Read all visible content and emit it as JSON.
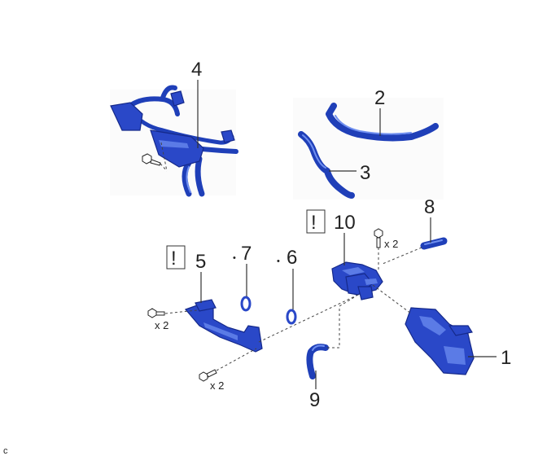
{
  "callouts": {
    "p1": "1",
    "p2": "2",
    "p3": "3",
    "p4": "4",
    "p5": "5",
    "p6": "6",
    "p7": "7",
    "p8": "8",
    "p9": "9",
    "p10": "10"
  },
  "caution_mark": "!",
  "non_reusable_mark": "•",
  "quantity_label": "x 2",
  "corner_mark": "c",
  "colors": {
    "part_blue": "#2a48c8",
    "part_dark": "#15298a",
    "highlight": "#5b7be6"
  }
}
